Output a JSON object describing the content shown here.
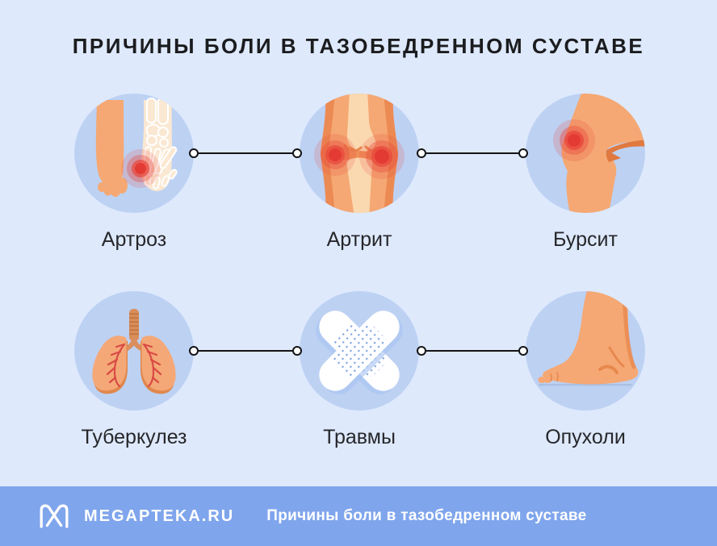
{
  "title": "ПРИЧИНЫ БОЛИ В ТАЗОБЕДРЕННОМ СУСТАВЕ",
  "grid": {
    "items": [
      {
        "label": "Артроз",
        "icon": "foot-top-pain-icon"
      },
      {
        "label": "Артрит",
        "icon": "knee-front-pain-icon"
      },
      {
        "label": "Бурсит",
        "icon": "knee-side-pain-icon"
      },
      {
        "label": "Туберкулез",
        "icon": "lungs-icon"
      },
      {
        "label": "Травмы",
        "icon": "crossed-bandages-icon"
      },
      {
        "label": "Опухоли",
        "icon": "foot-side-icon"
      }
    ]
  },
  "footer": {
    "brand": "MEGAPTEKA.RU",
    "caption": "Причины боли в тазобедренном суставе",
    "logo": "megapteka-m-logo-icon"
  },
  "colors": {
    "page_background": "#DEE9FC",
    "circle_background": "#BDD1F3",
    "footer_background": "#7FA5EC",
    "title_text": "#1B1C1E",
    "label_text": "#26272A",
    "footer_text": "#FFFFFF",
    "connector": "#141414",
    "skin": "#F5A873",
    "skin_shade": "#EC8A54",
    "bone_cream": "#FBE8D2",
    "pain_red": "#E8463C",
    "lung_orange": "#F4A877",
    "vessel_red": "#D94A45",
    "trachea": "#D98E5C",
    "bandage_white": "#FFFFFF",
    "bandage_dots": "#7FA3E8"
  }
}
